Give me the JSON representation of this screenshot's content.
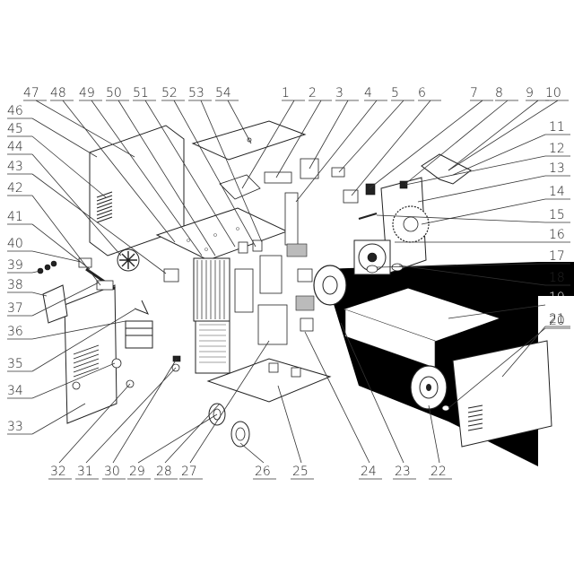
{
  "diagram": {
    "type": "exploded-parts-view",
    "callouts": {
      "top": [
        "47",
        "48",
        "49",
        "50",
        "51",
        "52",
        "53",
        "54",
        "1",
        "2",
        "3",
        "4",
        "5",
        "6",
        "7",
        "8",
        "9",
        "10"
      ],
      "left": [
        "46",
        "45",
        "44",
        "43",
        "42",
        "41",
        "40",
        "39",
        "38",
        "37",
        "36",
        "35",
        "34",
        "33"
      ],
      "right": [
        "11",
        "12",
        "13",
        "14",
        "15",
        "16",
        "17",
        "18",
        "19",
        "20",
        "21"
      ],
      "bottom": [
        "32",
        "31",
        "30",
        "29",
        "28",
        "27",
        "26",
        "25",
        "24",
        "23",
        "22"
      ]
    }
  }
}
